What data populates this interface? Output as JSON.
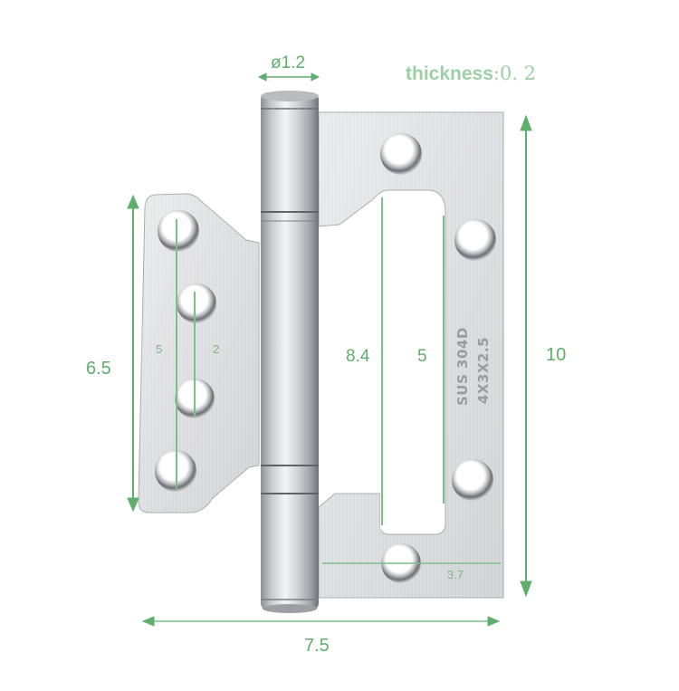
{
  "diagram": {
    "subject": "stainless steel flush butterfly door hinge",
    "colors": {
      "dimension_green": "#5fae6c",
      "thickness_green": "#9dcfa5",
      "steel_light": "#e4e5e7",
      "steel_mid": "#c9cbce",
      "steel_dark": "#8d9095",
      "stamp_grey": "#9a9c9f"
    },
    "dimensions": {
      "pin_diameter": "ø1.2",
      "thickness_label": "thickness",
      "thickness_sep": ":",
      "thickness_value": "0. 2",
      "left_leaf_height": "6.5",
      "left_hole_span_outer": "5",
      "left_hole_span_inner": "2",
      "cutout_height": "8.4",
      "right_hole_span": "5",
      "overall_height": "10",
      "overall_width": "7.5",
      "right_leaf_width": "3.7"
    },
    "stamp": {
      "line1": "SUS 304D",
      "line2": "4X3X2.5"
    }
  }
}
